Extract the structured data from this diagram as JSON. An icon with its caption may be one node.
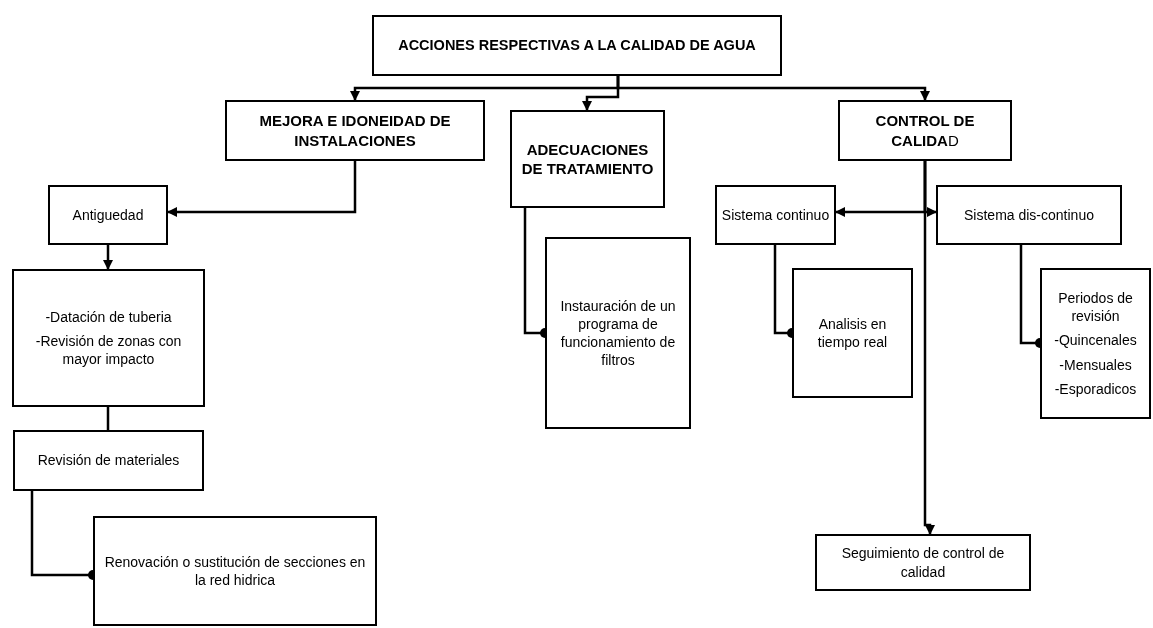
{
  "diagram": {
    "nodes": [
      {
        "text": [
          "ACCIONES RESPECTIVAS A LA CALIDAD DE AGUA"
        ]
      },
      {
        "text": [
          "MEJORA E IDONEIDAD DE INSTALACIONES"
        ]
      },
      {
        "text": [
          "ADECUACIONES DE TRATAMIENTO"
        ]
      },
      {
        "text": [
          "**CONTROL DE CALIDA**D"
        ]
      },
      {
        "text": [
          "Antiguedad"
        ]
      },
      {
        "text": [
          "-Datación de tuberia",
          "-Revisión de zonas con mayor impacto"
        ]
      },
      {
        "text": [
          "Revisión de materiales"
        ]
      },
      {
        "text": [
          "Renovación o sustitución de secciones en la red hidrica"
        ]
      },
      {
        "text": [
          "Instauración de un programa de funcionamiento de filtros"
        ]
      },
      {
        "text": [
          "Sistema continuo"
        ]
      },
      {
        "text": [
          "Sistema dis-continuo"
        ]
      },
      {
        "text": [
          "Analisis  en tiempo real"
        ]
      },
      {
        "text": [
          "Periodos de revisión",
          "-Quincenales",
          "-Mensuales",
          "-Esporadicos"
        ]
      },
      {
        "text": [
          "Seguimiento de control de calidad"
        ]
      }
    ],
    "edges": [
      {
        "from": 0,
        "to": 1,
        "arrow": "to"
      },
      {
        "from": 0,
        "to": 2,
        "arrow": "to"
      },
      {
        "from": 0,
        "to": 3,
        "arrow": "to"
      },
      {
        "from": 1,
        "to": 4,
        "arrow": "to"
      },
      {
        "from": 2,
        "to": 8,
        "arrow": "other"
      },
      {
        "from": 3,
        "to": 9,
        "arrow": "to"
      },
      {
        "from": 3,
        "to": 10,
        "arrow": "to"
      },
      {
        "from": 3,
        "to": 13,
        "arrow": "to"
      },
      {
        "from": 4,
        "to": 5,
        "arrow": "to"
      },
      {
        "from": 5,
        "to": 6,
        "arrow": "none"
      },
      {
        "from": 6,
        "to": 7,
        "arrow": "other"
      },
      {
        "from": 9,
        "to": 11,
        "arrow": "other"
      },
      {
        "from": 10,
        "to": 12,
        "arrow": "other"
      }
    ]
  }
}
